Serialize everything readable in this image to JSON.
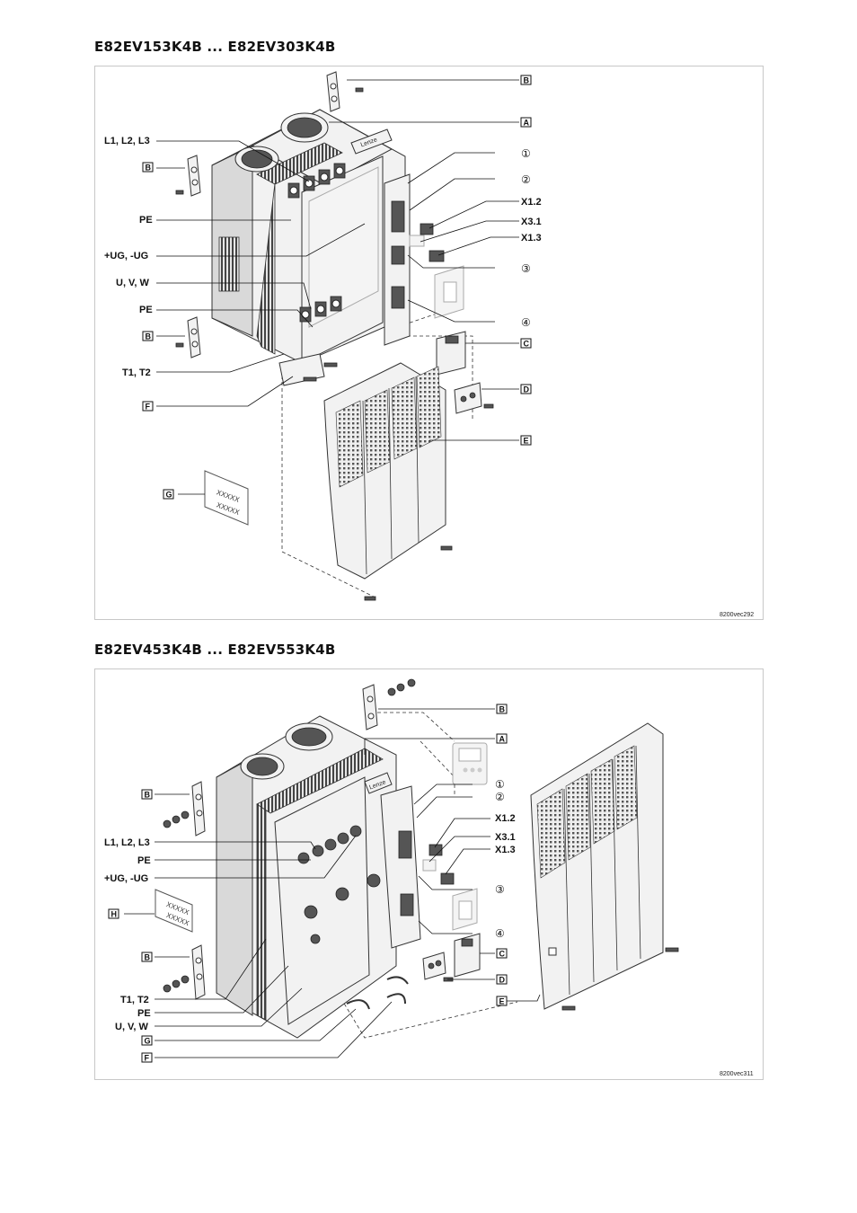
{
  "section1": {
    "title": "E82EV153K4B ... E82EV303K4B",
    "figure_code": "8200vec292",
    "left_labels": {
      "mains": "L1, L2, L3",
      "pe1": "PE",
      "dc": "+UG, -UG",
      "motor": "U, V, W",
      "pe2": "PE",
      "thermal": "T1, T2"
    },
    "boxes": {
      "a": "A",
      "b1": "B",
      "b2": "B",
      "b3": "B",
      "c": "C",
      "d": "D",
      "e": "E",
      "f": "F",
      "g": "G"
    },
    "circled": {
      "c1": "①",
      "c2": "②",
      "c3": "③",
      "c4": "④"
    },
    "terminals": {
      "x12": "X1.2",
      "x31": "X3.1",
      "x13": "X1.3"
    },
    "sticker_lines": [
      "XXXXX",
      "XXXXX"
    ]
  },
  "section2": {
    "title": "E82EV453K4B ... E82EV553K4B",
    "figure_code": "8200vec311",
    "left_labels": {
      "mains": "L1, L2, L3",
      "pe1": "PE",
      "dc": "+UG, -UG",
      "thermal": "T1, T2",
      "pe2": "PE",
      "motor": "U, V, W"
    },
    "boxes": {
      "a": "A",
      "b1": "B",
      "b2": "B",
      "b3": "B",
      "c": "C",
      "d": "D",
      "e": "E",
      "f": "F",
      "g": "G",
      "h": "H"
    },
    "circled": {
      "c1": "①",
      "c2": "②",
      "c3": "③",
      "c4": "④"
    },
    "terminals": {
      "x12": "X1.2",
      "x31": "X3.1",
      "x13": "X1.3"
    },
    "sticker_lines": [
      "XXXXX",
      "XXXXX"
    ]
  }
}
